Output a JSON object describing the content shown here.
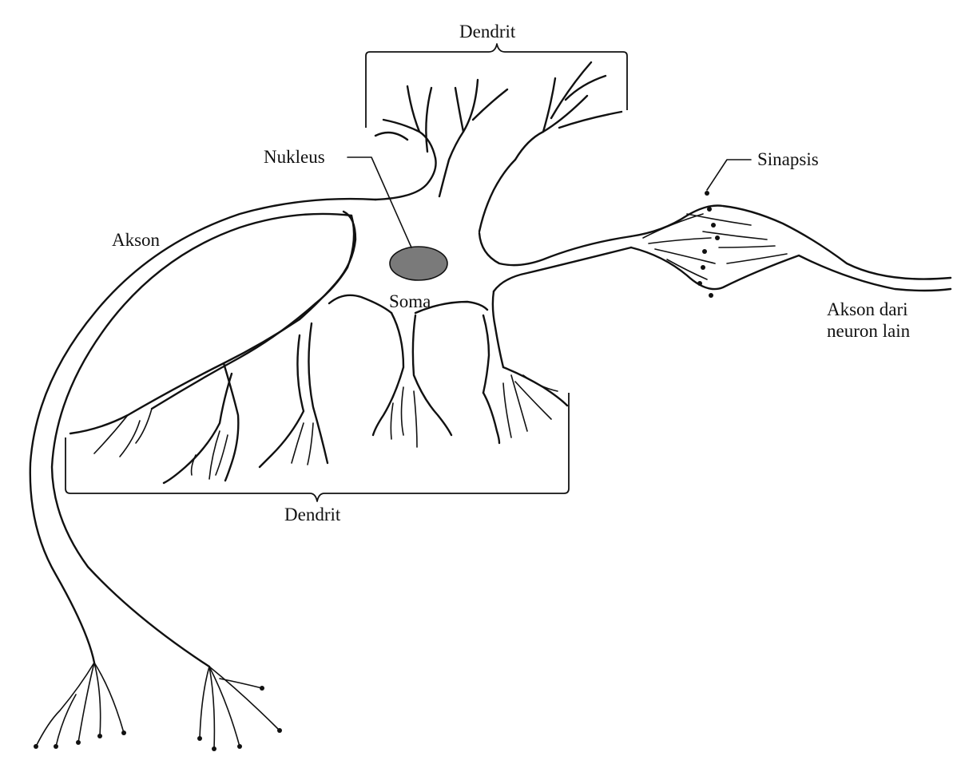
{
  "labels": {
    "dendrit_top": "Dendrit",
    "nukleus": "Nukleus",
    "sinapsis": "Sinapsis",
    "akson": "Akson",
    "soma": "Soma",
    "akson_lain_1": "Akson dari",
    "akson_lain_2": "neuron lain",
    "dendrit_bottom": "Dendrit"
  },
  "colors": {
    "line": "#111111",
    "nucleus_fill": "#7a7a7a",
    "background": "#ffffff"
  }
}
